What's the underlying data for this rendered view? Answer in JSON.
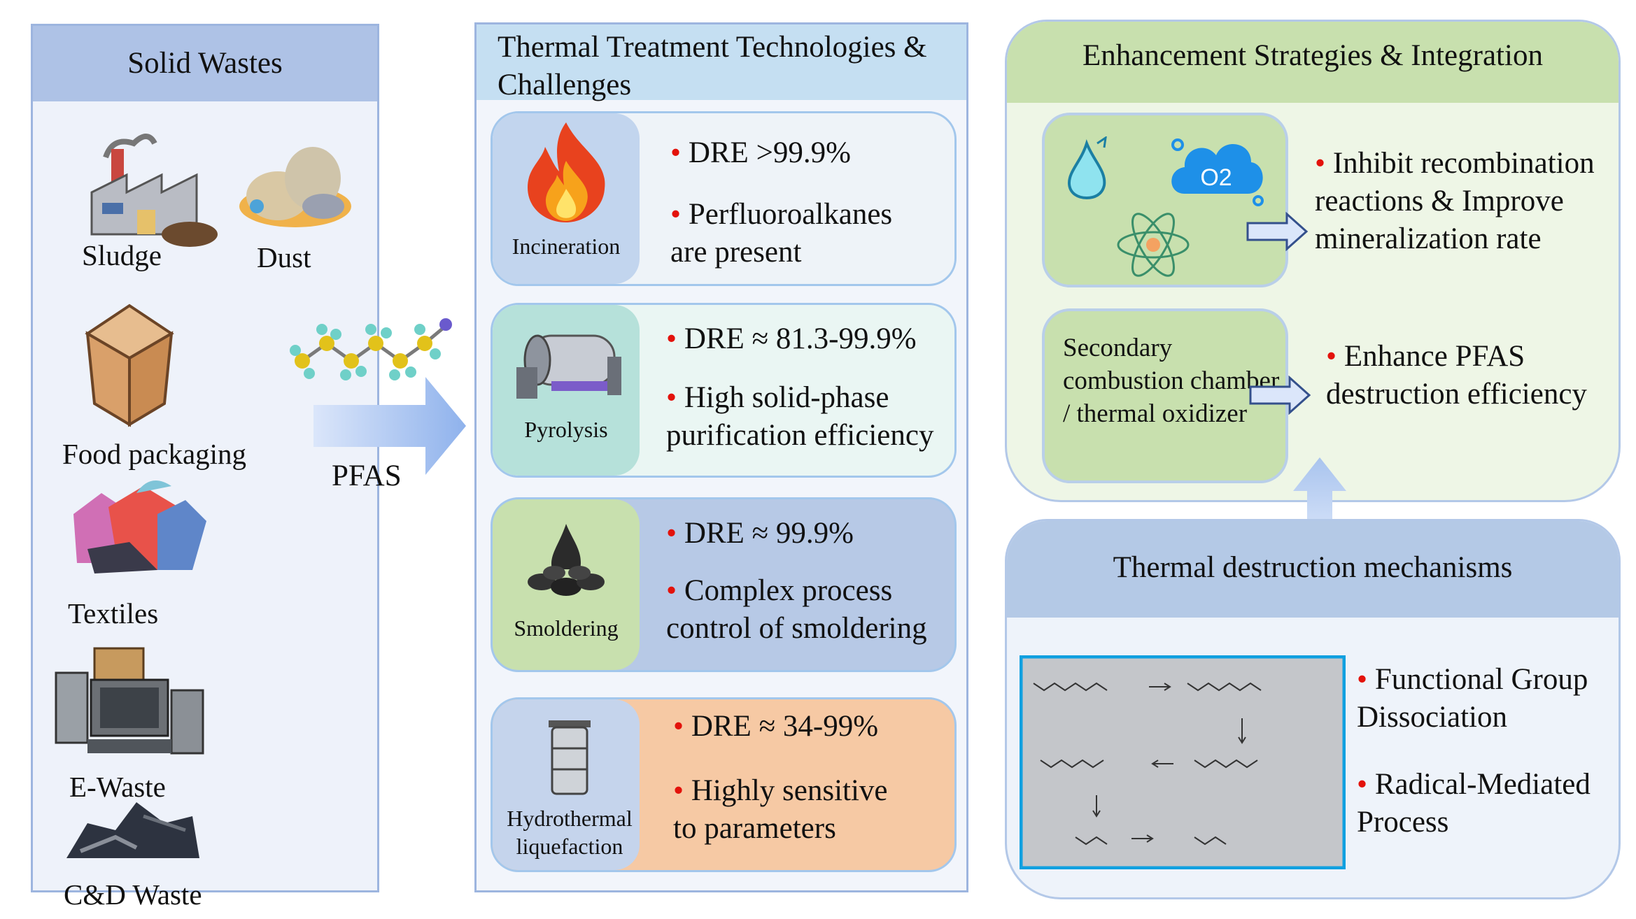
{
  "solid_wastes": {
    "title": "Solid Wastes",
    "items": [
      "Sludge",
      "Dust",
      "Food packaging",
      "Textiles",
      "E-Waste",
      "C&D Waste"
    ]
  },
  "pfas_label": "PFAS",
  "thermal": {
    "title": "Thermal Treatment Technologies & Challenges",
    "technologies": [
      {
        "name": "Incineration",
        "bullets": [
          "DRE >99.9%",
          "Perfluoroalkanes are present"
        ],
        "color": "#c2d5ee"
      },
      {
        "name": "Pyrolysis",
        "bullets": [
          "DRE ≈  81.3-99.9%",
          "High solid-phase purification efficiency"
        ],
        "color": "#b6e1da"
      },
      {
        "name": "Smoldering",
        "bullets": [
          "DRE ≈ 99.9%",
          "Complex process control of smoldering"
        ],
        "color": "#c8e0ae"
      },
      {
        "name": "Hydrothermal liquefaction",
        "bullets": [
          "DRE ≈ 34-99%",
          "Highly sensitive to parameters"
        ],
        "color": "#c5d4ec"
      }
    ]
  },
  "enhancement": {
    "title": "Enhancement Strategies & Integration",
    "items": [
      {
        "box_text": "",
        "result": "Inhibit recombination reactions & Improve mineralization rate"
      },
      {
        "box_text": "Secondary combustion chamber / thermal oxidizer",
        "result": "Enhance PFAS destruction efficiency"
      }
    ],
    "o2_label": "O2"
  },
  "mechanisms": {
    "title": "Thermal destruction mechanisms",
    "bullets": [
      "Functional Group Dissociation",
      "Radical-Mediated Process"
    ]
  },
  "colors": {
    "accent_red": "#e3120b",
    "arrow_blue": "#a9c4ee"
  }
}
